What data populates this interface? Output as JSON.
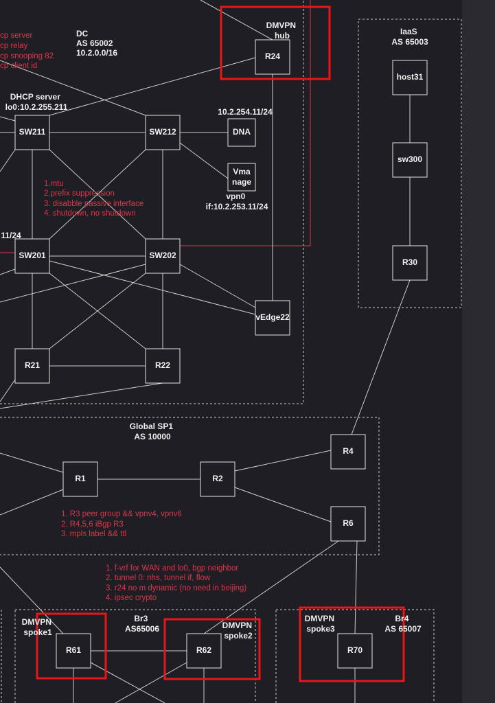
{
  "labels": {
    "dc": [
      "DC",
      "AS 65002",
      "10.2.0.0/16"
    ],
    "dmvpn_hub": [
      "DMVPN",
      "hub"
    ],
    "iaas": [
      "IaaS",
      "AS 65003"
    ],
    "dhcp_server": [
      "DHCP server",
      "lo0:10.2.255.211"
    ],
    "dna_ip": "10.2.254.11/24",
    "vmanage_ip": [
      "vpn0",
      "if:10.2.253.11/24"
    ],
    "left_ip": "11/24",
    "global_sp1": [
      "Global SP1",
      "AS 10000"
    ],
    "br3": [
      "Br3",
      "AS65006"
    ],
    "spoke1": [
      "DMVPN",
      "spoke1"
    ],
    "spoke2": [
      "DMVPN",
      "spoke2"
    ],
    "spoke3": [
      "DMVPN",
      "spoke3"
    ],
    "br4": [
      "Br4",
      "AS 65007"
    ]
  },
  "notes": {
    "dhcp": [
      "cp server",
      "cp relay",
      "cp snooping 82",
      "cp client id"
    ],
    "ospf": [
      "1.mtu",
      "2.prefix suppression",
      "3. disabble passive interface",
      "4. shutdown, no shutdown"
    ],
    "sp1": [
      "1. R3 peer group  && vpnv4, vpnv6",
      "2. R4,5,6 iBgp R3",
      "3. mpls label && ttl"
    ],
    "dmvpn": [
      "1. f-vrf for WAN and lo0, bgp neighbor",
      "2. tunnel 0: nhs, tunnel if, flow",
      "3. r24 no m dynamic  (no need in beijing)",
      "4. ipsec crypto"
    ]
  },
  "nodes": {
    "R24": "R24",
    "host31": "host31",
    "SW211": "SW211",
    "SW212": "SW212",
    "DNA": "DNA",
    "Vmanage": [
      "Vma",
      "nage"
    ],
    "sw300": "sw300",
    "SW201": "SW201",
    "SW202": "SW202",
    "R30": "R30",
    "vEdge22": "vEdge22",
    "R21": "R21",
    "R22": "R22",
    "R4": "R4",
    "R1": "R1",
    "R2": "R2",
    "R6": "R6",
    "R61": "R61",
    "R62": "R62",
    "R70": "R70"
  }
}
